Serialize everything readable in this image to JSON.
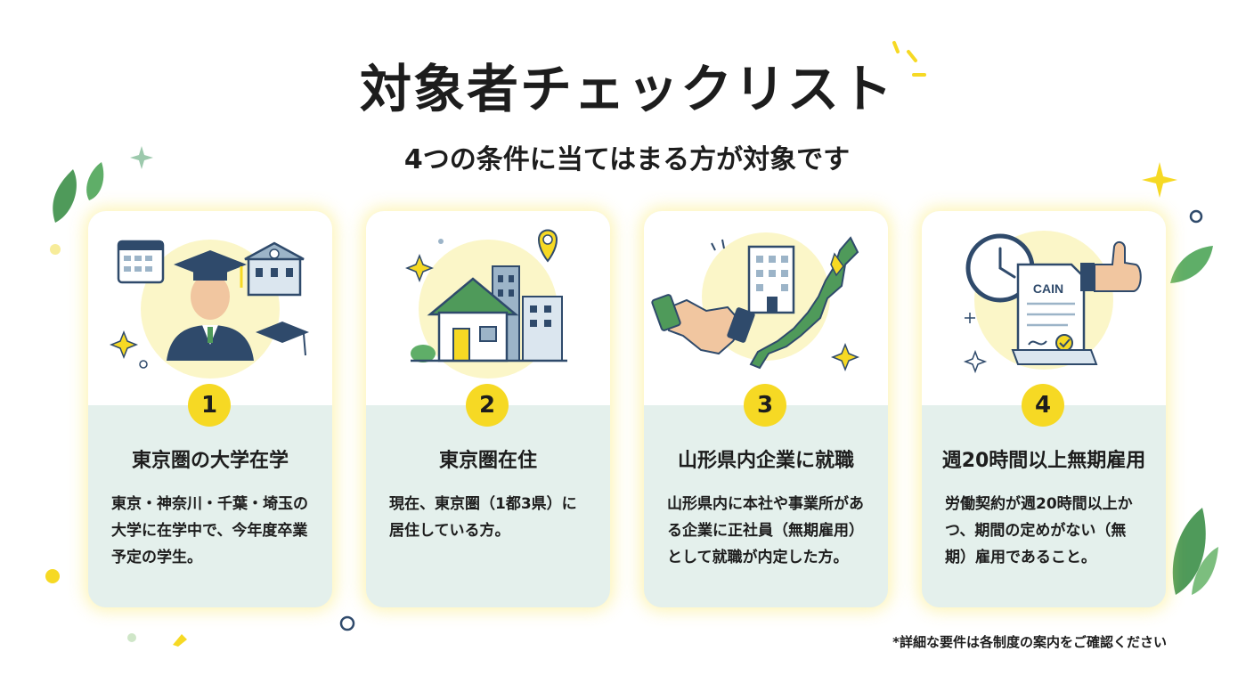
{
  "title": "対象者チェックリスト",
  "subtitle": "4つの条件に当てはまる方が対象です",
  "cards": [
    {
      "number": "1",
      "title": "東京圏の大学在学",
      "description": "東京・神奈川・千葉・埼玉の大学に在学中で、今年度卒業予定の学生。",
      "illustration": "graduate-student-illustration"
    },
    {
      "number": "2",
      "title": "東京圏在住",
      "description": "現在、東京圏（1都3県）に居住している方。",
      "illustration": "house-city-illustration"
    },
    {
      "number": "3",
      "title": "山形県内企業に就職",
      "description": "山形県内に本社や事業所がある企業に正社員（無期雇用）として就職が内定した方。",
      "illustration": "handshake-japan-map-illustration"
    },
    {
      "number": "4",
      "title": "週20時間以上無期雇用",
      "description": "労働契約が週20時間以上かつ、期間の定めがない（無期）雇用であること。",
      "illustration": "clock-contract-illustration",
      "contract_label": "CAIN"
    }
  ],
  "footnote": "*詳細な要件は各制度の案内をご確認ください",
  "colors": {
    "accent_yellow": "#f6d924",
    "highlight": "#fdf3a8",
    "card_bottom": "#e4f0ec",
    "navy": "#2f4a6b",
    "leaf_green": "#4f9a5a"
  }
}
